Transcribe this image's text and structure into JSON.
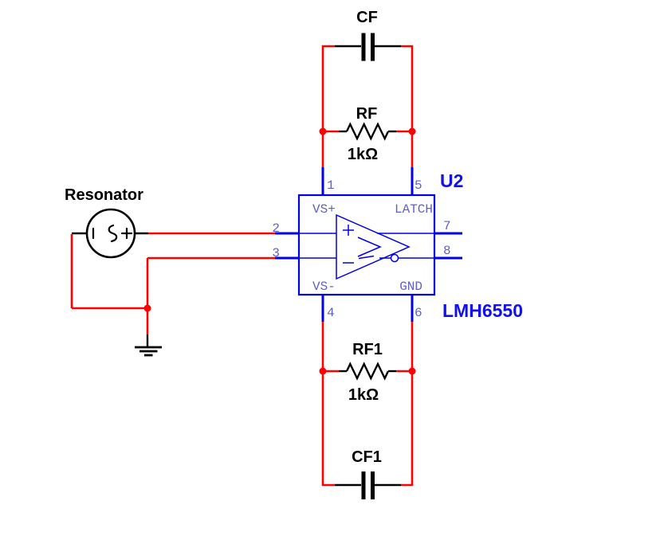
{
  "colors": {
    "wire_red": "#ff0000",
    "wire_blue": "#0000ee",
    "pin_text": "#6161cc",
    "symbol_black": "#000000",
    "part_label_blue": "#1111ee"
  },
  "source": {
    "label": "Resonator"
  },
  "top_feedback": {
    "capacitor": {
      "name": "CF"
    },
    "resistor": {
      "name": "RF",
      "value": "1kΩ"
    }
  },
  "bottom_feedback": {
    "resistor": {
      "name": "RF1",
      "value": "1kΩ"
    },
    "capacitor": {
      "name": "CF1"
    }
  },
  "opamp": {
    "refdes": "U2",
    "part_number": "LMH6550",
    "pins": {
      "vs_plus": {
        "number": "1",
        "name": "VS+"
      },
      "latch": {
        "number": "5",
        "name": "LATCH"
      },
      "in_plus": {
        "number": "2"
      },
      "in_minus": {
        "number": "3"
      },
      "out_plus": {
        "number": "7"
      },
      "out_minus": {
        "number": "8"
      },
      "vs_minus": {
        "number": "4",
        "name": "VS-"
      },
      "gnd": {
        "number": "6",
        "name": "GND"
      }
    }
  }
}
